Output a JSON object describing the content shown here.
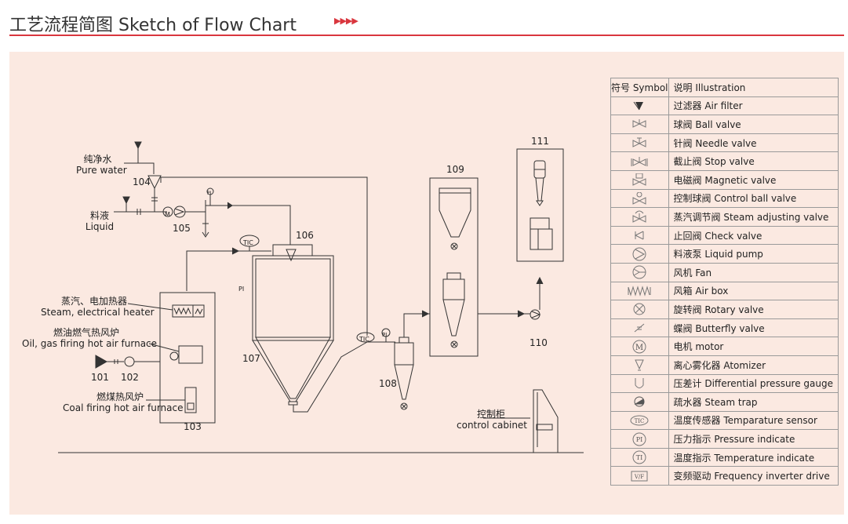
{
  "header": {
    "title": "工艺流程简图  Sketch of Flow Chart",
    "arrows": "▶▶▶▶"
  },
  "labels": {
    "pure_water_cn": "纯净水",
    "pure_water_en": "Pure water",
    "liquid_cn": "料液",
    "liquid_en": "Liquid",
    "heater_cn": "蒸汽、电加热器",
    "heater_en": "Steam, electrical heater",
    "furnace_cn": "燃油燃气热风炉",
    "furnace_en": "Oil, gas firing hot air furnace",
    "coal_cn": "燃煤热风炉",
    "coal_en": "Coal firing hot air furnace",
    "cabinet_cn": "控制柜",
    "cabinet_en": "control cabinet",
    "n101": "101",
    "n102": "102",
    "n103": "103",
    "n104": "104",
    "n105": "105",
    "n106": "106",
    "n107": "107",
    "n108": "108",
    "n109": "109",
    "n110": "110",
    "n111": "111",
    "tic_top": "TIC",
    "tic_mid": "TIC",
    "pi_left": "PI",
    "pi_right": "PI",
    "pi_small": "PI",
    "motor_m": "M"
  },
  "legend": {
    "header_symbol": "符号 Symbol",
    "header_desc": "说明 Illustration",
    "rows": [
      {
        "icon": "air-filter-icon",
        "text": "过滤器 Air filter"
      },
      {
        "icon": "ball-valve-icon",
        "text": "球阀 Ball valve"
      },
      {
        "icon": "needle-valve-icon",
        "text": "针阀 Needle valve"
      },
      {
        "icon": "stop-valve-icon",
        "text": "截止阀 Stop valve"
      },
      {
        "icon": "magnetic-valve-icon",
        "text": "电磁阀 Magnetic valve"
      },
      {
        "icon": "control-ball-valve-icon",
        "text": "控制球阀 Control ball valve"
      },
      {
        "icon": "steam-adjusting-valve-icon",
        "text": "蒸汽调节阀 Steam adjusting valve"
      },
      {
        "icon": "check-valve-icon",
        "text": "止回阀 Check valve"
      },
      {
        "icon": "liquid-pump-icon",
        "text": "料液泵 Liquid pump"
      },
      {
        "icon": "fan-icon",
        "text": "风机 Fan"
      },
      {
        "icon": "air-box-icon",
        "text": "风箱 Air box"
      },
      {
        "icon": "rotary-valve-icon",
        "text": "旋转阀 Rotary valve"
      },
      {
        "icon": "butterfly-valve-icon",
        "text": "蝶阀 Butterfly valve"
      },
      {
        "icon": "motor-icon",
        "text": "电机 motor",
        "symbol_text": "M"
      },
      {
        "icon": "atomizer-icon",
        "text": "离心雾化器 Atomizer"
      },
      {
        "icon": "pressure-gauge-icon",
        "text": "压差计 Differential pressure gauge"
      },
      {
        "icon": "steam-trap-icon",
        "text": "疏水器 Steam trap"
      },
      {
        "icon": "temperature-sensor-icon",
        "text": "温度传感器 Temparature sensor",
        "symbol_text": "TIC"
      },
      {
        "icon": "pressure-indicate-icon",
        "text": "压力指示 Pressure indicate",
        "symbol_text": "PI"
      },
      {
        "icon": "temperature-indicate-icon",
        "text": "温度指示 Temperature indicate",
        "symbol_text": "TI"
      },
      {
        "icon": "frequency-inverter-icon",
        "text": "变频驱动 Frequency inverter drive",
        "symbol_text": "V/F"
      }
    ]
  }
}
